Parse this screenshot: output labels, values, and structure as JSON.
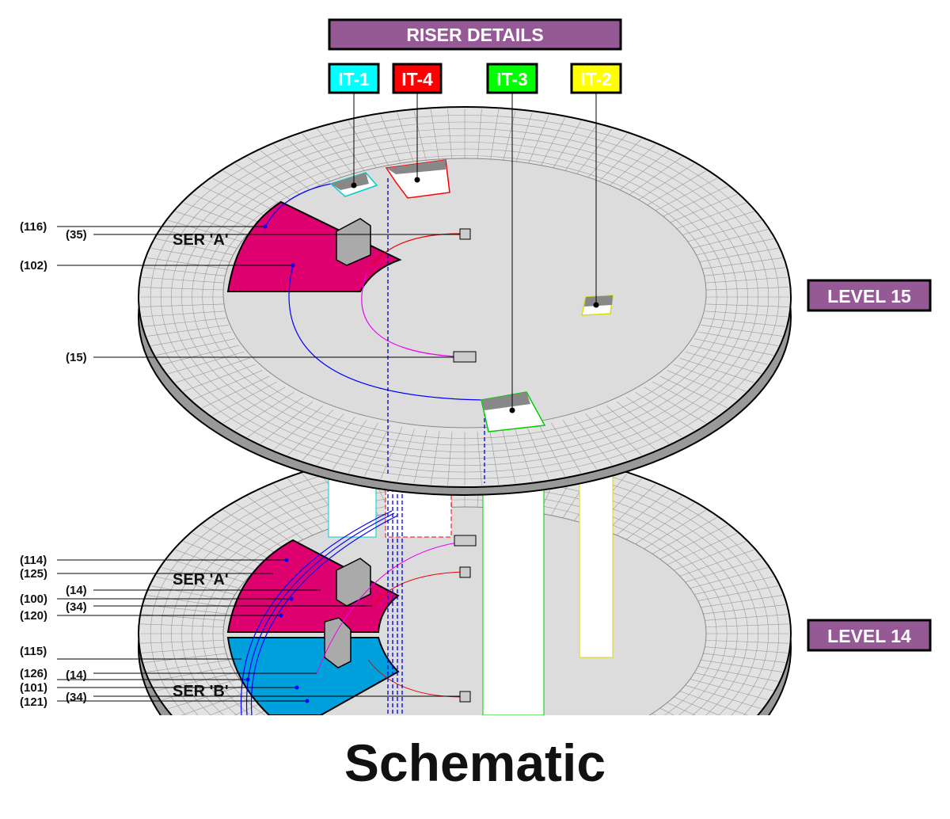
{
  "header": {
    "title": "RISER DETAILS"
  },
  "risers": [
    {
      "label": "IT-1",
      "color": "#00ffff"
    },
    {
      "label": "IT-4",
      "color": "#ff0000"
    },
    {
      "label": "IT-3",
      "color": "#00ff00"
    },
    {
      "label": "IT-2",
      "color": "#ffff00"
    }
  ],
  "levels": {
    "upper": "LEVEL 15",
    "lower": "LEVEL 14"
  },
  "level15": {
    "ser": "SER 'A'",
    "labels": [
      "(116)",
      "(35)",
      "(102)",
      "(15)"
    ]
  },
  "level14": {
    "ser_a": "SER 'A'",
    "ser_b": "SER 'B'",
    "labels": [
      "(114)",
      "(125)",
      "(14)",
      "(100)",
      "(34)",
      "(120)",
      "(115)",
      "(126)",
      "(14)",
      "(101)",
      "(34)",
      "(121)"
    ]
  },
  "colors": {
    "badge": "#955a96",
    "ser_a": "#de006e",
    "ser_b": "#00a0dc",
    "floor": "#dcdcdc"
  },
  "caption": "Schematic"
}
